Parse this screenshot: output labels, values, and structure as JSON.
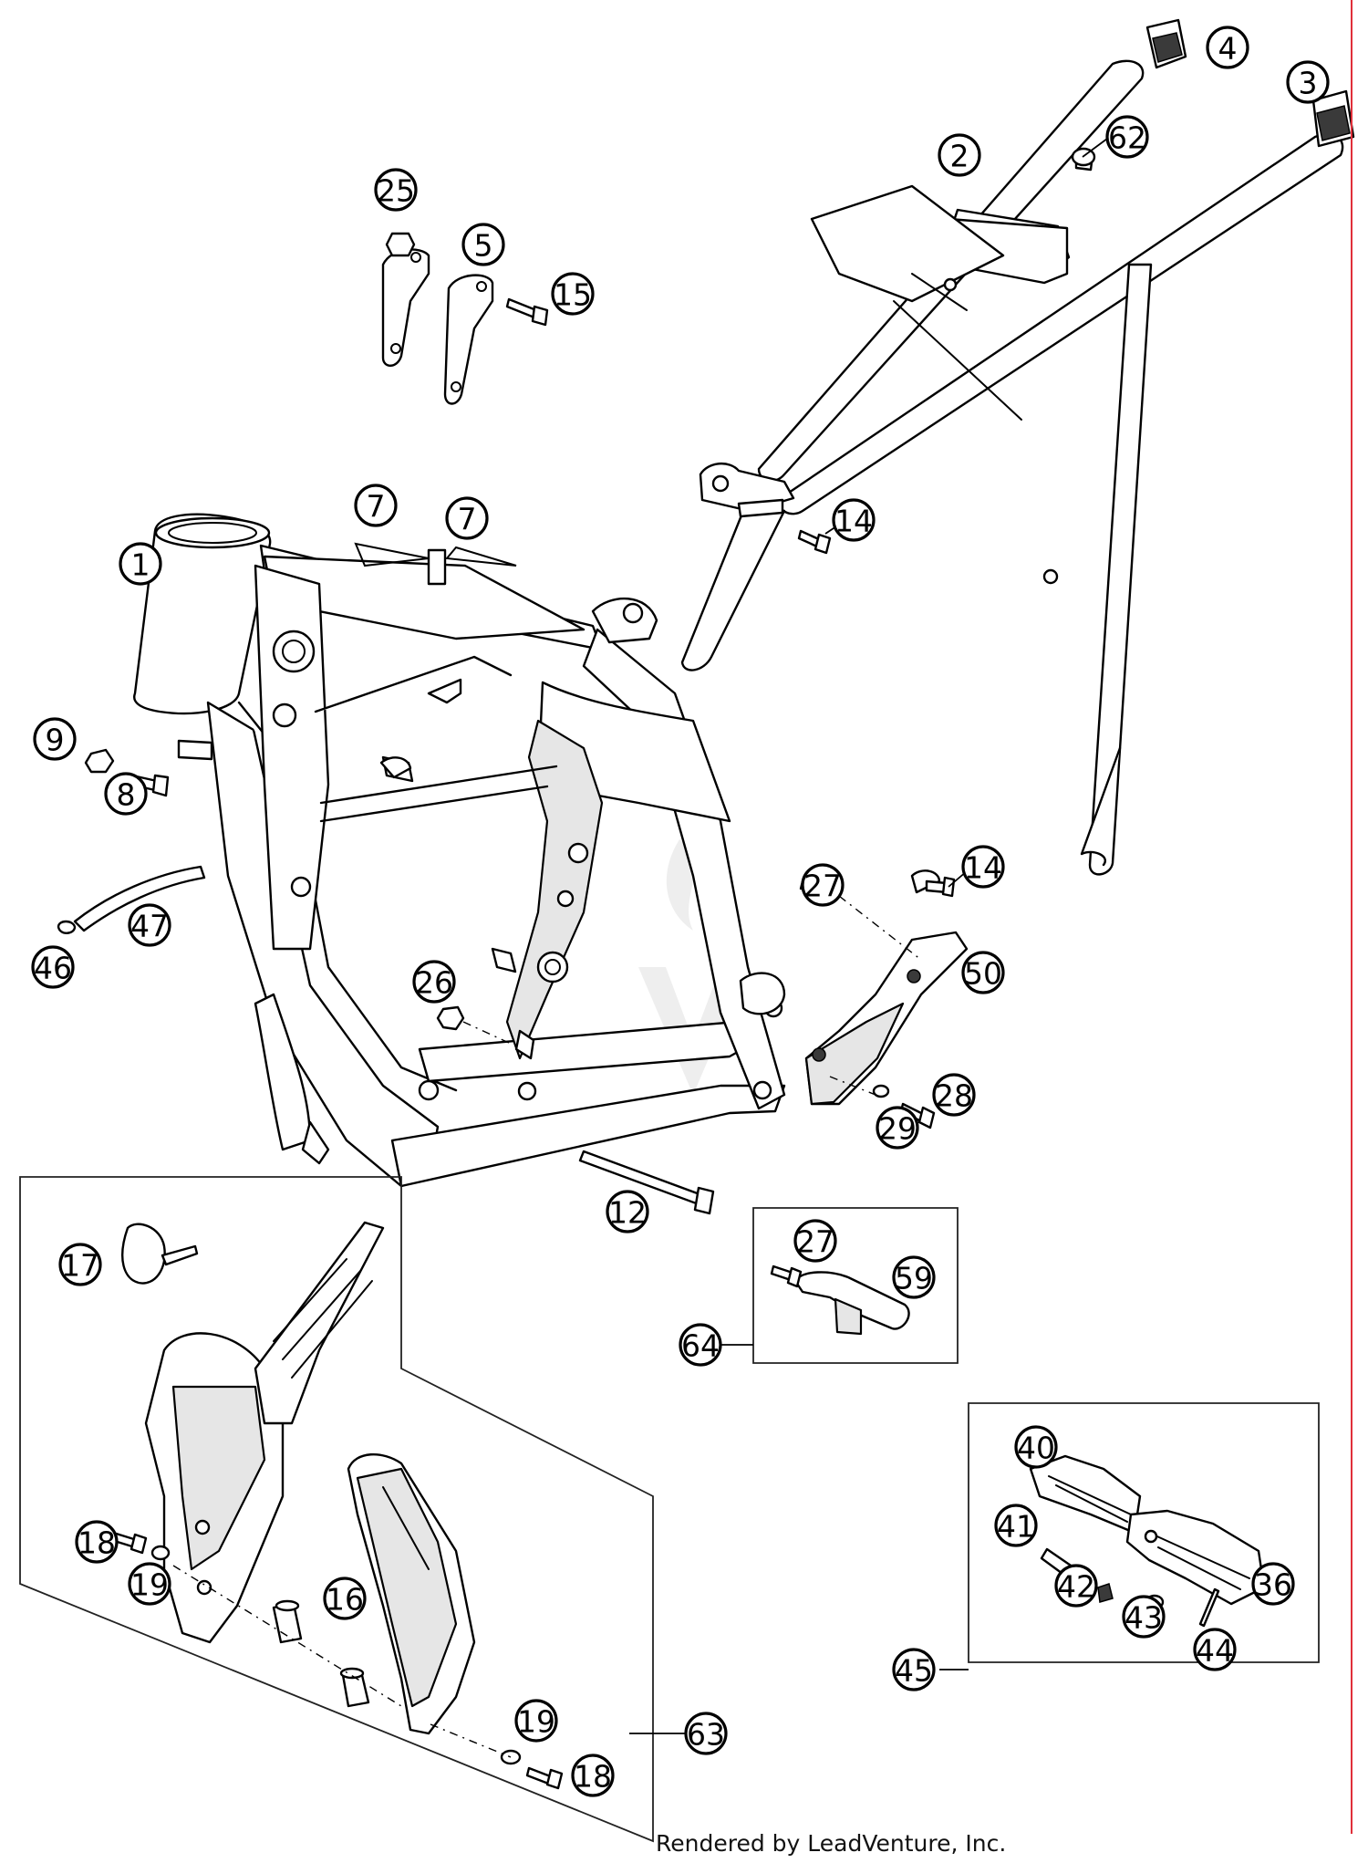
{
  "diagram": {
    "callouts": [
      "1",
      "2",
      "3",
      "4",
      "5",
      "7",
      "7",
      "8",
      "9",
      "12",
      "14",
      "14",
      "15",
      "16",
      "17",
      "18",
      "18",
      "19",
      "19",
      "25",
      "26",
      "27",
      "27",
      "28",
      "29",
      "36",
      "40",
      "41",
      "42",
      "43",
      "44",
      "45",
      "46",
      "47",
      "50",
      "59",
      "62",
      "63",
      "64"
    ],
    "colors": {
      "line": "#000000",
      "background": "#ffffff",
      "edge": "#e0303a"
    }
  },
  "footer": {
    "credit": "Rendered by LeadVenture, Inc."
  }
}
